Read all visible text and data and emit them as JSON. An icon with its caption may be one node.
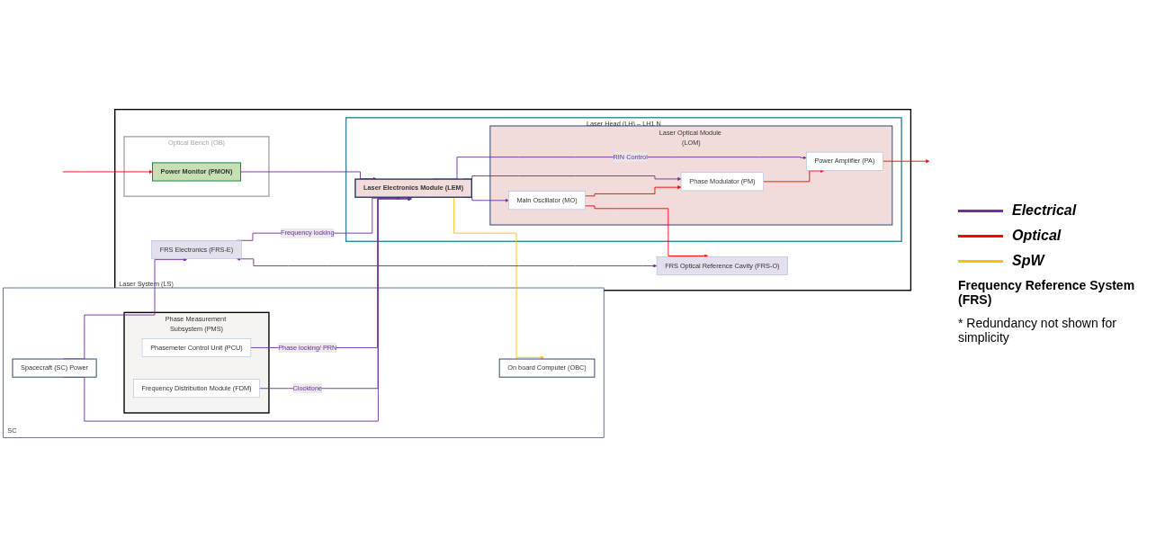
{
  "diagram": {
    "nodes": [
      {
        "text": [
          "SC"
        ]
      },
      {
        "text": [
          "Phase Measurement Subsystem (PMS)"
        ],
        "in": 0
      },
      {
        "text": [
          "Phasemeter Control Unit (PCU)"
        ],
        "in": 1
      },
      {
        "text": [
          "Frequency Distribution Module (FDM)"
        ],
        "in": 1
      },
      {
        "text": [
          "On board Computer (OBC)"
        ],
        "in": 0
      },
      {
        "text": [
          "Spacecraft (SC) Power"
        ],
        "in": 0
      },
      {
        "text": [
          "Laser System (LS)"
        ]
      },
      {
        "text": [
          "Laser Head (LH) – LH1 N"
        ],
        "in": 6
      },
      {
        "text": [
          "Laser Electronics Module (LEM)"
        ],
        "in": 7
      },
      {
        "text": [
          "Laser Optical Module (LOM)"
        ],
        "in": 7
      },
      {
        "text": [
          "Main Oscillator (MO)"
        ],
        "in": 9
      },
      {
        "text": [
          "Phase Modulator (PM)"
        ],
        "in": 9
      },
      {
        "text": [
          "Power Amplifier (PA)"
        ],
        "in": 9
      },
      {
        "text": [
          "Optical Bench (OB)"
        ],
        "in": 6
      },
      {
        "text": [
          "Power Monitor (PMON)"
        ],
        "in": 13
      },
      {
        "text": [
          "FRS Electronics (FRS-E)"
        ],
        "in": 6
      },
      {
        "text": [
          "FRS Optical Reference Cavity (FRS-O)"
        ],
        "in": 6
      }
    ],
    "edges": [
      {
        "from": 2,
        "to": 8,
        "arrow": "to",
        "label": "Phase locking/ PRN"
      },
      {
        "from": 3,
        "to": 8,
        "arrow": "to",
        "label": "Clocktone"
      },
      {
        "from": 8,
        "to": 10,
        "arrow": "to"
      },
      {
        "from": 8,
        "to": 11,
        "arrow": "to"
      },
      {
        "from": 8,
        "to": 12,
        "arrow": "to",
        "label": "RIN Control"
      },
      {
        "from": 14,
        "to": 8,
        "arrow": "to"
      },
      {
        "from": 8,
        "to": 4,
        "arrow": "to",
        "color": "#ffc000"
      },
      {
        "from": 5,
        "to": 8,
        "arrow": "to"
      },
      {
        "from": 15,
        "to": 8,
        "arrow": "to",
        "label": "Frequency locking"
      },
      {
        "from": 5,
        "to": 15,
        "arrow": "to"
      },
      {
        "from": 15,
        "to": 16,
        "arrow": "both"
      },
      {
        "from": 10,
        "to": 11,
        "arrow": "to",
        "color": "#ff0000"
      },
      {
        "from": 11,
        "to": 12,
        "arrow": "to",
        "color": "#ff0000"
      },
      {
        "from": 12,
        "to": null,
        "arrow": "to",
        "color": "#ff0000"
      },
      {
        "from": null,
        "to": 14,
        "arrow": "to",
        "color": "#ff0000"
      },
      {
        "from": 10,
        "to": 16,
        "arrow": "to",
        "color": "#ff0000"
      }
    ],
    "labels": [
      "Frequency Reference System (FRS)",
      "* Redundancy not shown for simplicity"
    ],
    "legend": [
      {
        "text": "Electrical"
      },
      {
        "text": "Optical"
      },
      {
        "text": "SpW"
      }
    ]
  }
}
